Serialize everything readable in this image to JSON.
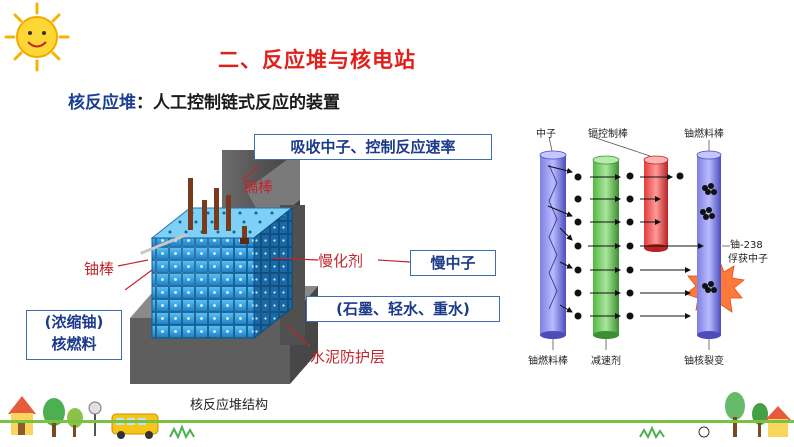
{
  "title": "二、反应堆与核电站",
  "subtitle": {
    "keyword": "核反应堆",
    "separator": "：",
    "text": "人工控制链式反应的装置"
  },
  "boxes": {
    "control_rod_function": "吸收中子、控制反应速率",
    "moderator_function": "慢中子",
    "moderator_materials": "(石墨、轻水、重水)",
    "fuel_line1": "(浓缩铀)",
    "fuel_line2": "核燃料"
  },
  "labels": {
    "cadmium_rod": "镉棒",
    "uranium_rod": "铀棒",
    "moderator": "慢化剂",
    "concrete_shield": "水泥防护层"
  },
  "caption": "核反应堆结构",
  "diagram": {
    "neutron": "中子",
    "cadmium_control_rod": "镉控制棒",
    "fuel_rod_top": "铀燃料棒",
    "u238": "铀-238",
    "capture_neutron": "俘获中子",
    "fuel_rod_bottom": "铀燃料棒",
    "moderator": "减速剂",
    "fission": "铀核裂变"
  },
  "colors": {
    "title": "#e0201b",
    "box_text": "#1c3a8a",
    "label": "#c0262e",
    "fuel_rod": "#5a5cc8",
    "moderator_rod": "#5cb845",
    "control_rod": "#e04040"
  }
}
